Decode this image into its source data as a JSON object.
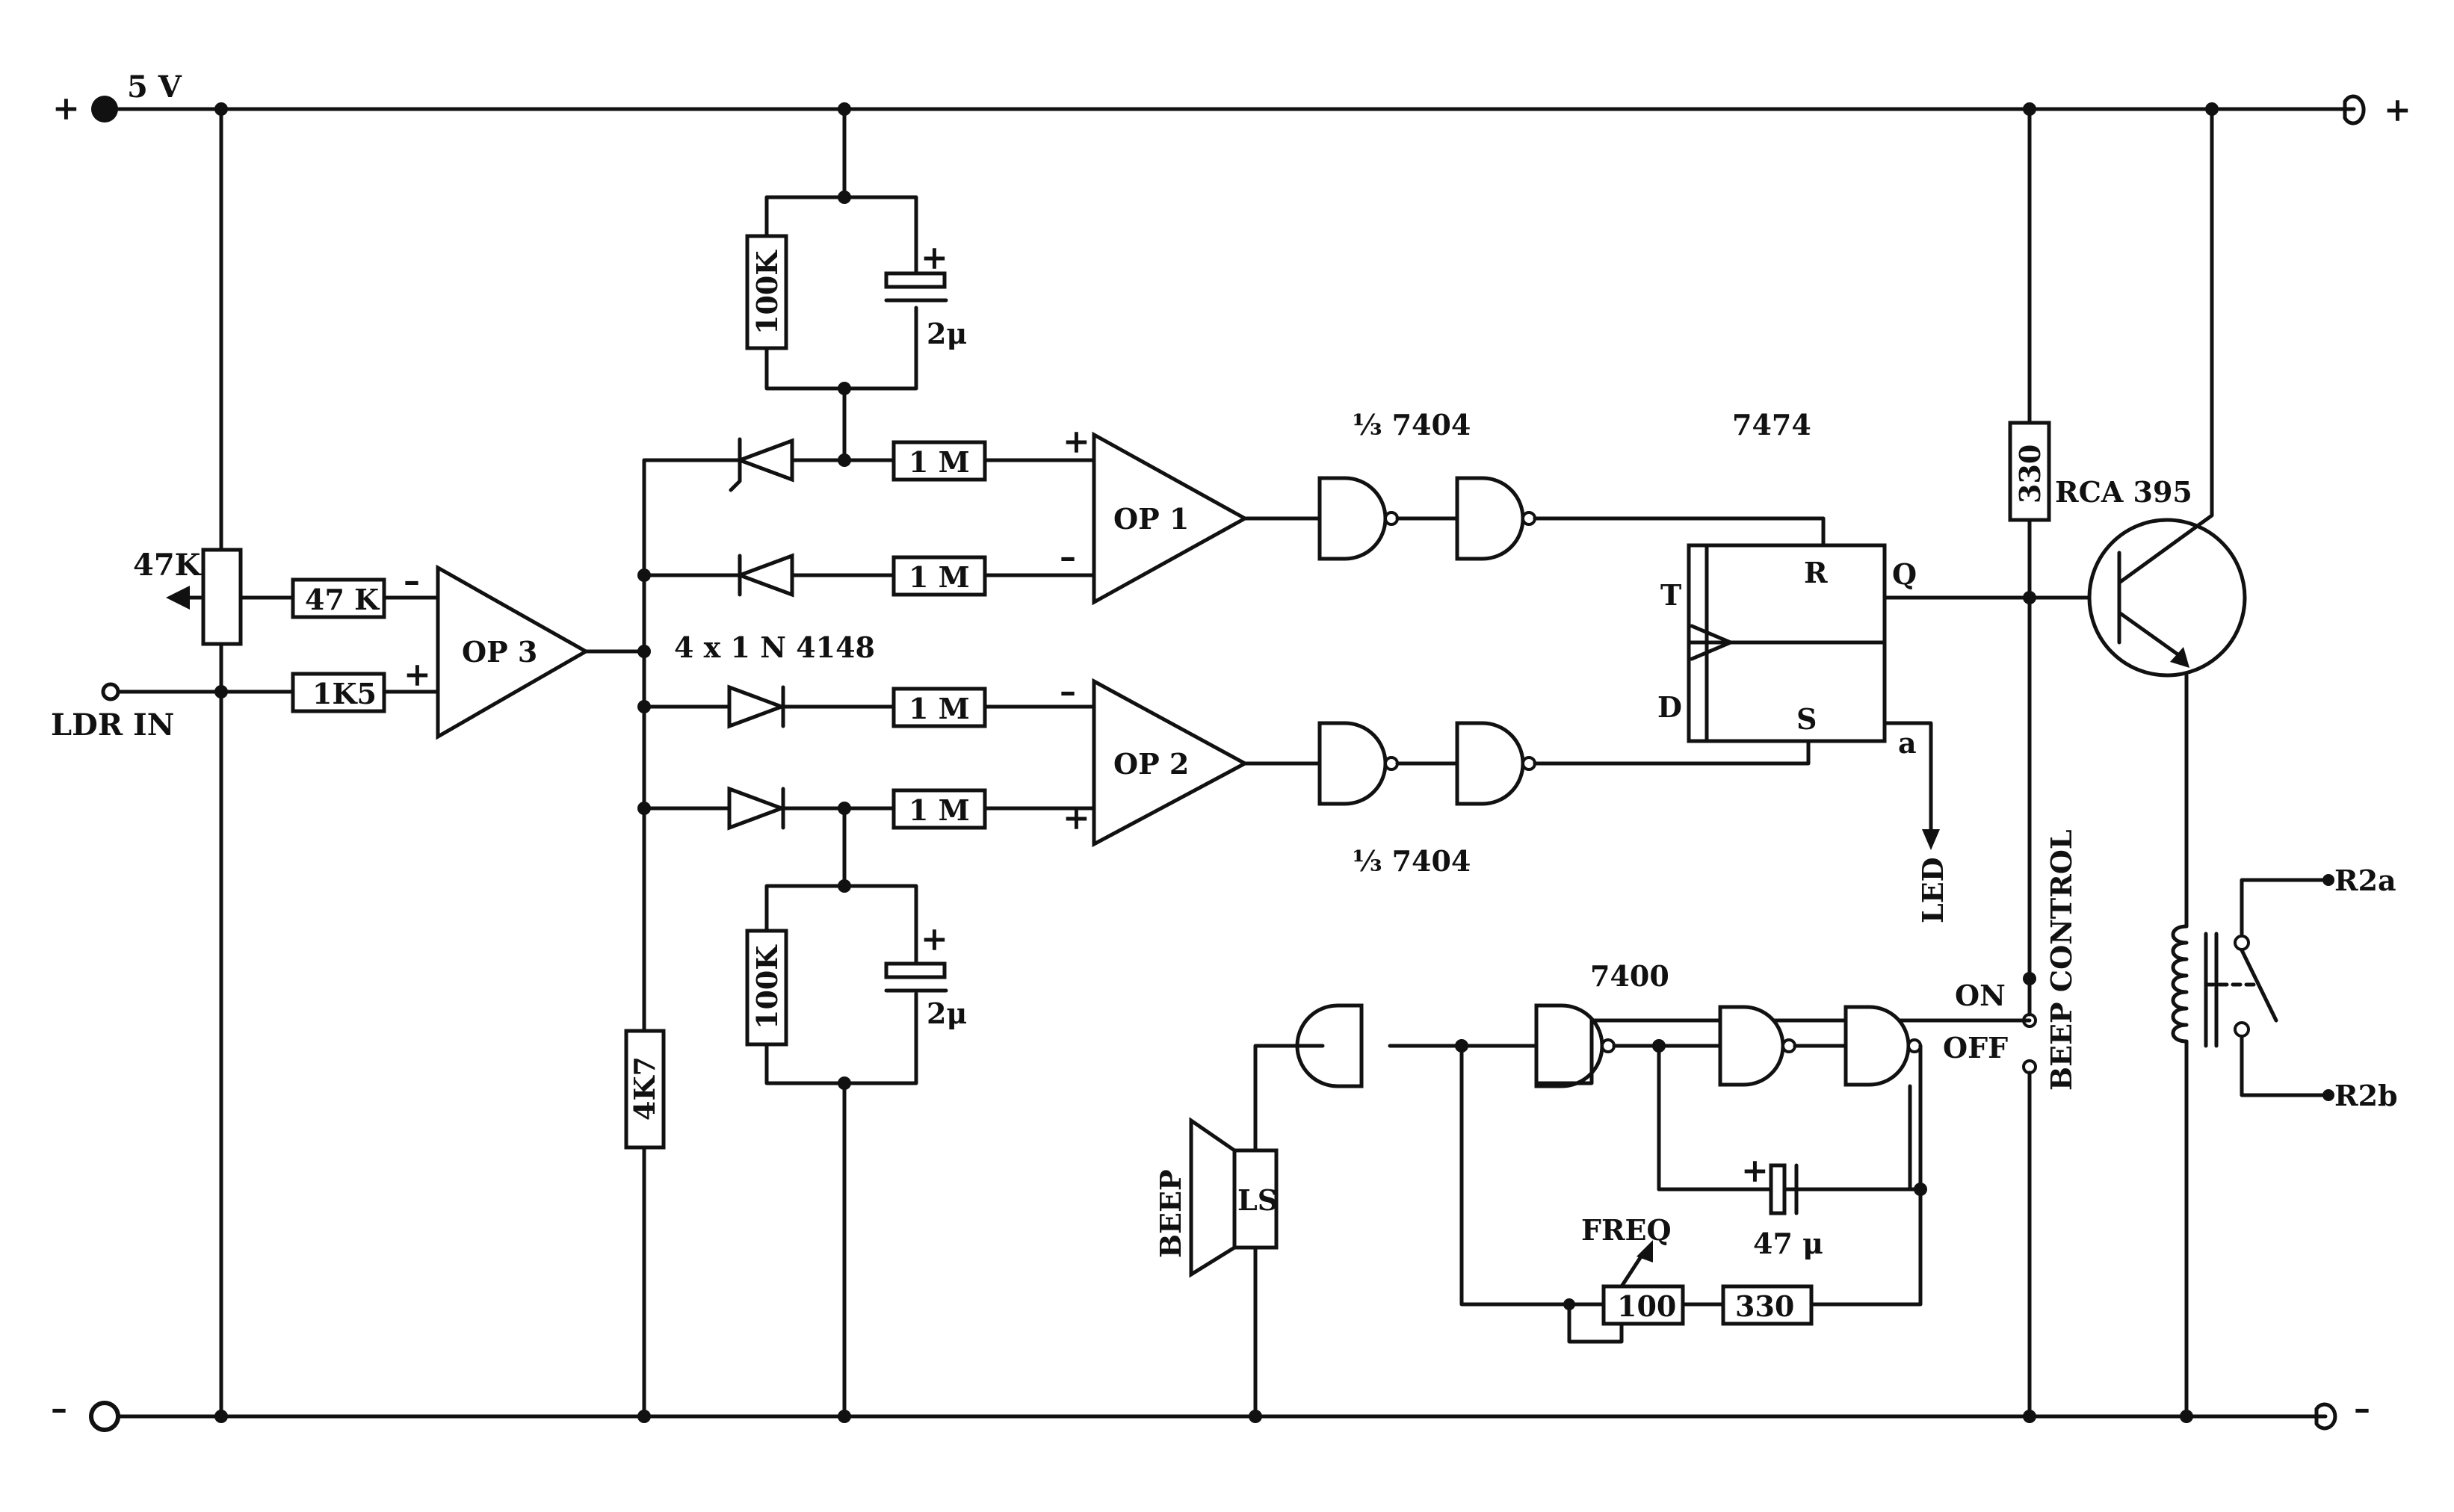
{
  "supply": {
    "voltage_label": "5 V",
    "plus_left": "+",
    "plus_right": "+",
    "minus_left": "–",
    "minus_right": "–"
  },
  "input": {
    "ldr_label": "LDR IN",
    "pot_label": "47K",
    "r_minus_label": "47 K",
    "r_plus_label": "1K5"
  },
  "op3": {
    "label": "OP 3",
    "minus": "–",
    "plus": "+"
  },
  "diodes_label": "4 x 1 N 4148",
  "r_4k7": "4K7",
  "timing_top": {
    "r_label": "100K",
    "c_label": "2μ",
    "c_plus": "+"
  },
  "timing_bottom": {
    "r_label": "100K",
    "c_label": "2μ",
    "c_plus": "+"
  },
  "resistors_1m": [
    "1 M",
    "1 M",
    "1 M",
    "1 M"
  ],
  "op1": {
    "label": "OP 1",
    "plus": "+",
    "minus": "–"
  },
  "op2": {
    "label": "OP 2",
    "minus": "–",
    "plus": "+"
  },
  "inverter_top_label": "⅓ 7404",
  "inverter_bottom_label": "⅓ 7404",
  "flipflop": {
    "chip": "7474",
    "pin_r": "R",
    "pin_s": "S",
    "pin_t": "T",
    "pin_d": "D",
    "pin_q": "Q",
    "pin_qbar": "a"
  },
  "led_label": "LED",
  "driver": {
    "resistor": "330",
    "transistor": "RCA 395"
  },
  "relay": {
    "contact_a": "R2a",
    "contact_b": "R2b"
  },
  "beep_control": {
    "label": "BEEP CONTROL",
    "on": "ON",
    "off": "OFF"
  },
  "oscillator": {
    "chip": "7400",
    "cap_label": "47 μ",
    "cap_plus": "+",
    "freq_label": "FREQ",
    "pot_value": "100",
    "r_value": "330"
  },
  "speaker": {
    "beep": "BEEP",
    "ls": "LS"
  }
}
